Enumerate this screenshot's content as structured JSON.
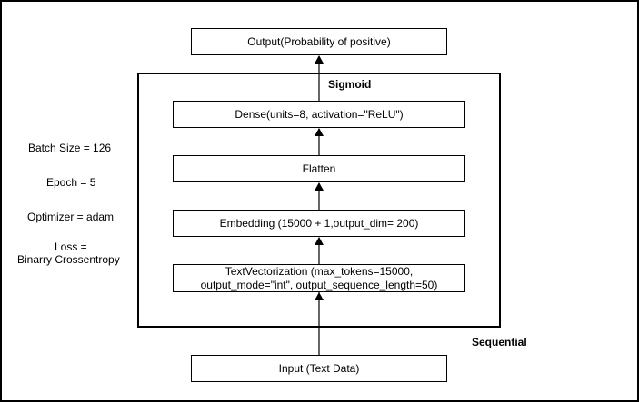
{
  "diagram": {
    "output_node": "Output(Probability of positive)",
    "activation_label": "Sigmoid",
    "layers": [
      "Dense(units=8, activation=\"ReLU\")",
      "Flatten",
      "Embedding (15000 + 1,output_dim= 200)",
      "TextVectorization (max_tokens=15000,\noutput_mode=\"int\", output_sequence_length=50)"
    ],
    "container_label": "Sequential",
    "input_node": "Input (Text Data)"
  },
  "training": {
    "batch_size": "Batch Size = 126",
    "epoch": "Epoch = 5",
    "optimizer": "Optimizer = adam",
    "loss_line1": "Loss =",
    "loss_line2": "Binarry Crossentropy"
  }
}
